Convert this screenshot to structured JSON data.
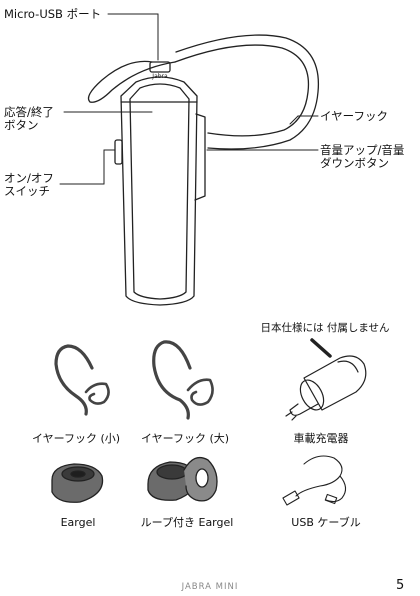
{
  "callouts": {
    "micro_usb_port": "Micro-USB ポート",
    "answer_end_button": "応答/終了\nボタン",
    "on_off_switch": "オン/オフ\nスイッチ",
    "earhook": "イヤーフック",
    "volume_buttons": "音量アップ/音量\nダウンボタン"
  },
  "device": {
    "logo": "Jabra"
  },
  "accessories": {
    "earhook_small": "イヤーフック (小)",
    "earhook_large": "イヤーフック (大)",
    "car_charger": "車載充電器",
    "car_charger_note": "日本仕様には 付属しません",
    "eargel": "Eargel",
    "eargel_loop": "ループ付き Eargel",
    "usb_cable": "USB ケーブル"
  },
  "footer": {
    "product": "JABRA MINI",
    "page_number": "5"
  }
}
